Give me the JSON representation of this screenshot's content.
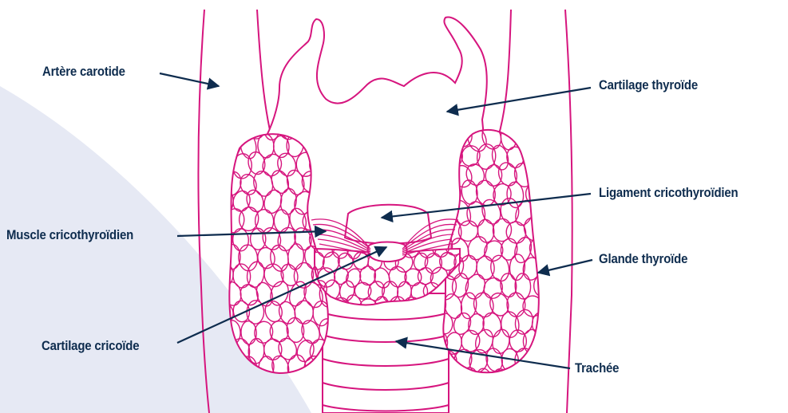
{
  "colors": {
    "background_panel": "#E6E9F4",
    "outline": "#D6157E",
    "label_text": "#0E2C4E",
    "arrow": "#0E2C4E"
  },
  "labels": {
    "carotid_artery": "Artère carotide",
    "thyroid_cartilage": "Cartilage thyroïde",
    "cricothyroid_ligament": "Ligament cricothyroïdien",
    "cricothyroid_muscle": "Muscle cricothyroïdien",
    "thyroid_gland": "Glande thyroïde",
    "cricoid_cartilage": "Cartilage cricoïde",
    "trachea": "Trachée"
  }
}
